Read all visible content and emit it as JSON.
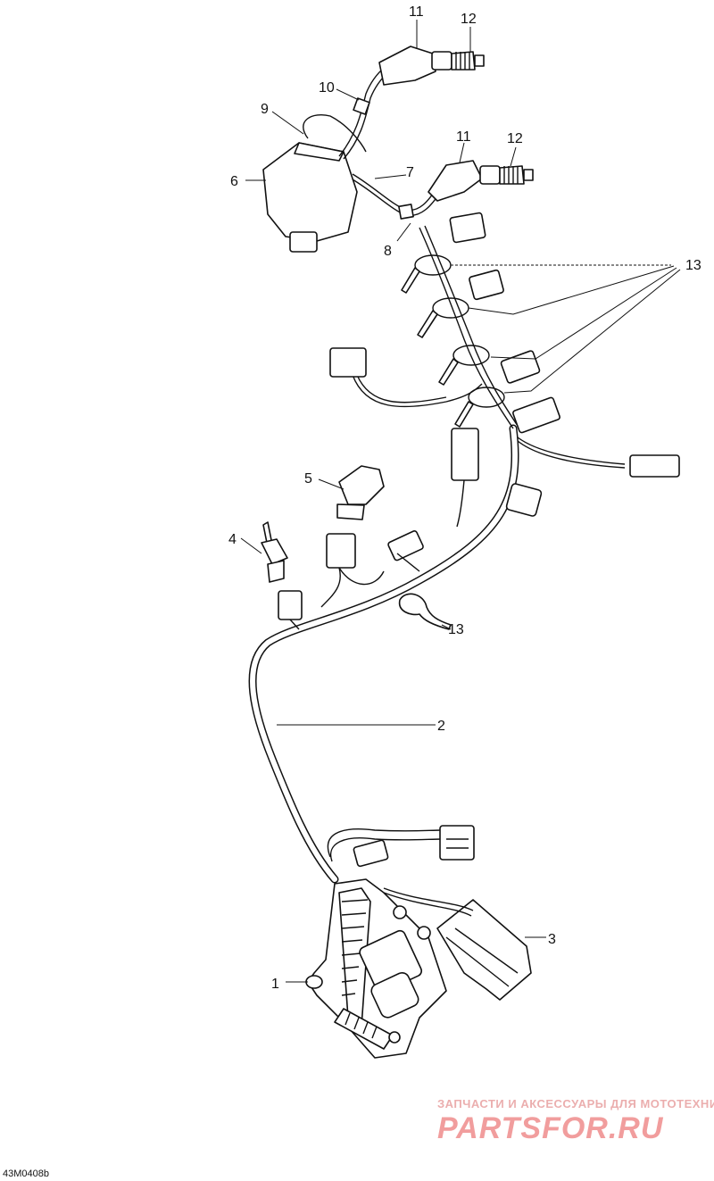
{
  "figure_code": "43M0408b",
  "callouts": [
    "1",
    "2",
    "3",
    "4",
    "5",
    "6",
    "7",
    "8",
    "9",
    "10",
    "11",
    "12",
    "13"
  ],
  "watermark": {
    "subtitle": "ЗАПЧАСТИ И АКСЕССУАРЫ ДЛЯ МОТОТЕХНИКИ",
    "brand": "PARTSFOR.RU",
    "color": "#ef8d8d"
  }
}
